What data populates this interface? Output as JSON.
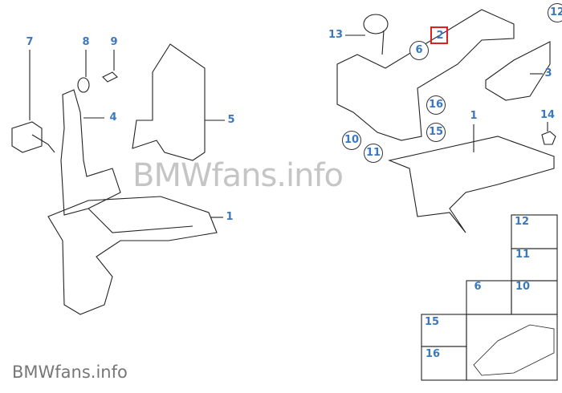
{
  "watermark_top": "BMWfans.info",
  "watermark_bottom": "BMWfans.info",
  "left_group": {
    "labels": [
      "7",
      "8",
      "9",
      "4",
      "5",
      "1"
    ]
  },
  "right_group": {
    "labels": [
      "13",
      "2",
      "12",
      "6",
      "3",
      "16",
      "15",
      "1",
      "14",
      "10",
      "11"
    ],
    "highlighted": "2",
    "highlight_color": "#e02020"
  },
  "legend_boxes": [
    "12",
    "11",
    "6",
    "10",
    "15",
    "16"
  ],
  "label_color": "#3a78c0"
}
